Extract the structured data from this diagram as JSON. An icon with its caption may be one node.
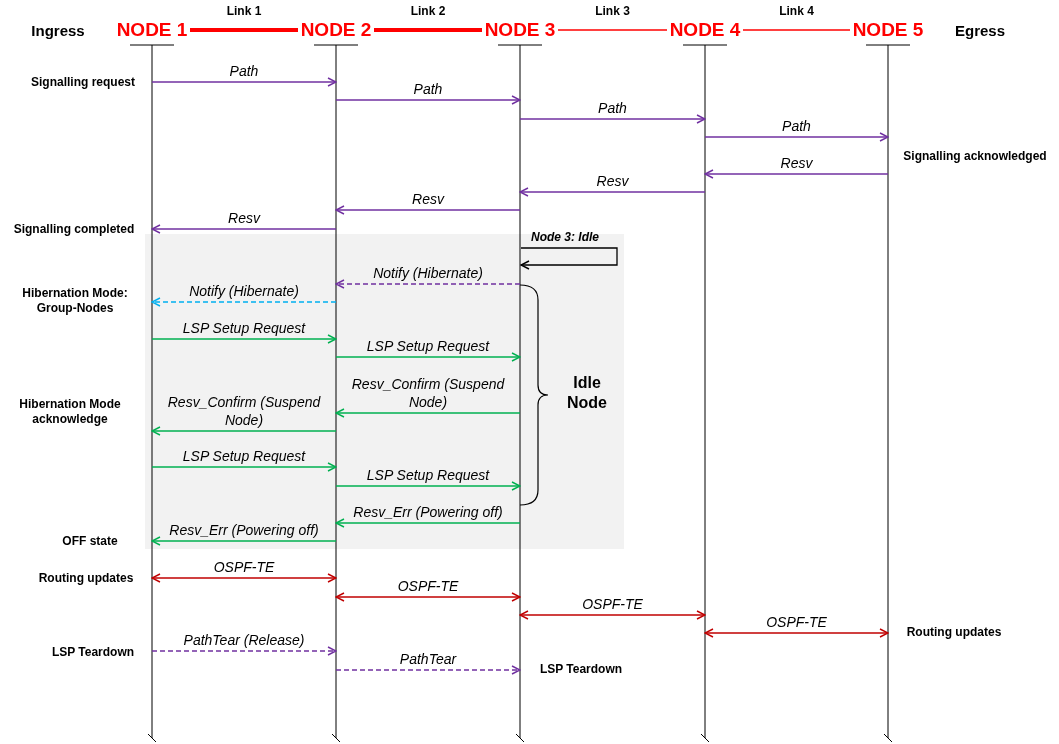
{
  "diagram": {
    "nodes": [
      {
        "text": [
          "NODE 1"
        ]
      },
      {
        "text": [
          "NODE 2"
        ]
      },
      {
        "text": [
          "NODE 3"
        ]
      },
      {
        "text": [
          "NODE 4"
        ]
      },
      {
        "text": [
          "NODE 5"
        ]
      }
    ],
    "edges": [
      {
        "from": 0,
        "to": 1,
        "arrow": "none",
        "label": "Link 1",
        "style": "thick",
        "color": "#ff0000"
      },
      {
        "from": 1,
        "to": 2,
        "arrow": "none",
        "label": "Link 2",
        "style": "thick",
        "color": "#ff0000"
      },
      {
        "from": 2,
        "to": 3,
        "arrow": "none",
        "label": "Link 3",
        "color": "#ff0000"
      },
      {
        "from": 3,
        "to": 4,
        "arrow": "none",
        "label": "Link 4",
        "color": "#ff0000"
      },
      {
        "from": 0,
        "to": 1,
        "arrow": "to",
        "label": "Path"
      },
      {
        "from": 1,
        "to": 2,
        "arrow": "to",
        "label": "Path"
      },
      {
        "from": 2,
        "to": 3,
        "arrow": "to",
        "label": "Path"
      },
      {
        "from": 3,
        "to": 4,
        "arrow": "to",
        "label": "Path"
      },
      {
        "from": 4,
        "to": 3,
        "arrow": "to",
        "label": "Resv"
      },
      {
        "from": 3,
        "to": 2,
        "arrow": "to",
        "label": "Resv"
      },
      {
        "from": 2,
        "to": 1,
        "arrow": "to",
        "label": "Resv"
      },
      {
        "from": 1,
        "to": 0,
        "arrow": "to",
        "label": "Resv"
      },
      {
        "from": 2,
        "to": 2,
        "arrow": "to",
        "label": "Node 3: Idle",
        "color": "#000000"
      },
      {
        "from": 2,
        "to": 1,
        "arrow": "to",
        "label": "Notify (Hibernate)",
        "style": "dashed"
      },
      {
        "from": 1,
        "to": 0,
        "arrow": "to",
        "label": "Notify (Hibernate)",
        "style": "dashed",
        "color": "#00b0f0"
      },
      {
        "from": 0,
        "to": 1,
        "arrow": "to",
        "label": "LSP Setup Request",
        "color": "#00b050"
      },
      {
        "from": 1,
        "to": 2,
        "arrow": "to",
        "label": "LSP Setup Request",
        "color": "#00b050"
      },
      {
        "from": 2,
        "to": 1,
        "arrow": "to",
        "label": "Resv_Confirm (Suspend Node)",
        "color": "#00b050"
      },
      {
        "from": 1,
        "to": 0,
        "arrow": "to",
        "label": "Resv_Confirm (Suspend Node)",
        "color": "#00b050"
      },
      {
        "from": 0,
        "to": 1,
        "arrow": "to",
        "label": "LSP Setup Request",
        "color": "#00b050"
      },
      {
        "from": 1,
        "to": 2,
        "arrow": "to",
        "label": "LSP Setup Request",
        "color": "#00b050"
      },
      {
        "from": 2,
        "to": 1,
        "arrow": "to",
        "label": "Resv_Err (Powering off)",
        "color": "#00b050"
      },
      {
        "from": 1,
        "to": 0,
        "arrow": "to",
        "label": "Resv_Err (Powering off)",
        "color": "#00b050"
      },
      {
        "from": 0,
        "to": 1,
        "arrow": "both",
        "label": "OSPF-TE",
        "color": "#c00000"
      },
      {
        "from": 1,
        "to": 2,
        "arrow": "both",
        "label": "OSPF-TE",
        "color": "#c00000"
      },
      {
        "from": 2,
        "to": 3,
        "arrow": "both",
        "label": "OSPF-TE",
        "color": "#c00000"
      },
      {
        "from": 3,
        "to": 4,
        "arrow": "both",
        "label": "OSPF-TE",
        "color": "#c00000"
      },
      {
        "from": 0,
        "to": 1,
        "arrow": "to",
        "label": "PathTear (Release)",
        "style": "dashed"
      },
      {
        "from": 1,
        "to": 2,
        "arrow": "to",
        "label": "PathTear",
        "style": "dashed"
      }
    ],
    "labels": [
      "Ingress",
      "Egress",
      "Signalling request",
      "Signalling acknowledged",
      "Signalling completed",
      "Hibernation Mode: Group-Nodes",
      "Idle Node",
      "Hibernation Mode acknowledge",
      "OFF state",
      "Routing updates",
      "Routing updates",
      "LSP Teardown",
      "LSP Teardown"
    ]
  }
}
